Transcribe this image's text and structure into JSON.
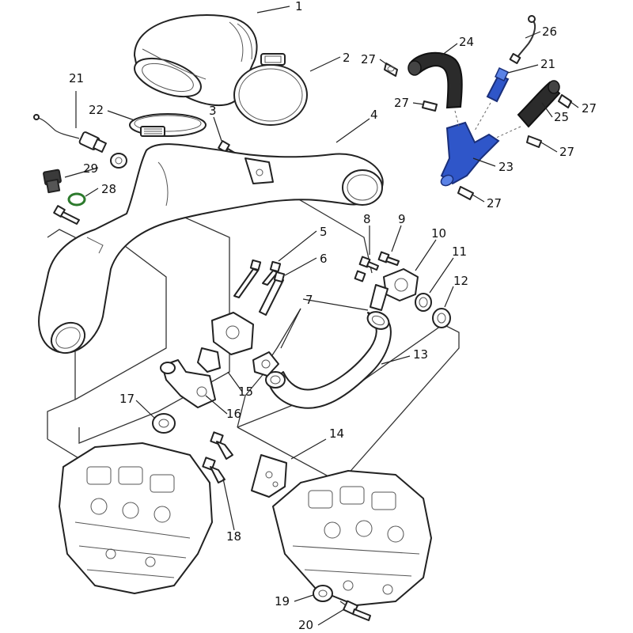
{
  "callouts": {
    "c1": "1",
    "c2": "2",
    "c3": "3",
    "c4": "4",
    "c5": "5",
    "c6": "6",
    "c7": "7",
    "c8": "8",
    "c9": "9",
    "c10": "10",
    "c11": "11",
    "c12": "12",
    "c13": "13",
    "c14": "14",
    "c15": "15",
    "c16": "16",
    "c17": "17",
    "c18": "18",
    "c19": "19",
    "c20": "20",
    "c21a": "21",
    "c21b": "21",
    "c22": "22",
    "c23": "23",
    "c24": "24",
    "c25": "25",
    "c26": "26",
    "c27a": "27",
    "c27b": "27",
    "c27c": "27",
    "c27d": "27",
    "c27e": "27",
    "c28": "28",
    "c29": "29"
  },
  "colors": {
    "outline": "#222222",
    "breather_hose": "#2f56c9",
    "rubber_hose": "#2b2b2b",
    "background": "#ffffff"
  }
}
